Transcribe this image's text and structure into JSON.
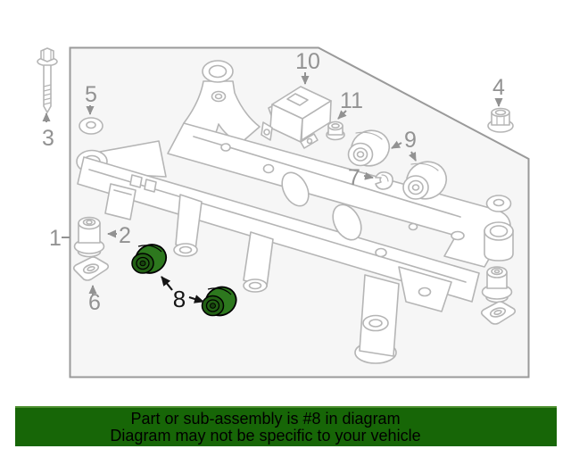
{
  "banner": {
    "line1": "Part or sub-assembly is #8 in diagram",
    "line2": "Diagram may not be specific to your vehicle",
    "background_color": "#176607",
    "text_color": "#000000"
  },
  "diagram": {
    "type": "exploded-parts-line-drawing",
    "subject": "rear suspension crossmember sub-frame with bushings and fasteners",
    "highlighted_part_number": "8",
    "colors": {
      "line_art": "#b5b5b5",
      "callout_label": "#929292",
      "highlight_part_fill": "#2d781e",
      "highlight_part_face": "#226014",
      "highlight_outline": "#000000",
      "box_border": "#9a9a9a",
      "box_fill": "#f6f6f6"
    },
    "callouts": [
      {
        "number": "1",
        "highlighted": false
      },
      {
        "number": "2",
        "highlighted": false
      },
      {
        "number": "3",
        "highlighted": false
      },
      {
        "number": "4",
        "highlighted": false
      },
      {
        "number": "5",
        "highlighted": false
      },
      {
        "number": "6",
        "highlighted": false
      },
      {
        "number": "7",
        "highlighted": false
      },
      {
        "number": "8",
        "highlighted": true
      },
      {
        "number": "9",
        "highlighted": false
      },
      {
        "number": "10",
        "highlighted": false
      },
      {
        "number": "11",
        "highlighted": false
      }
    ]
  }
}
